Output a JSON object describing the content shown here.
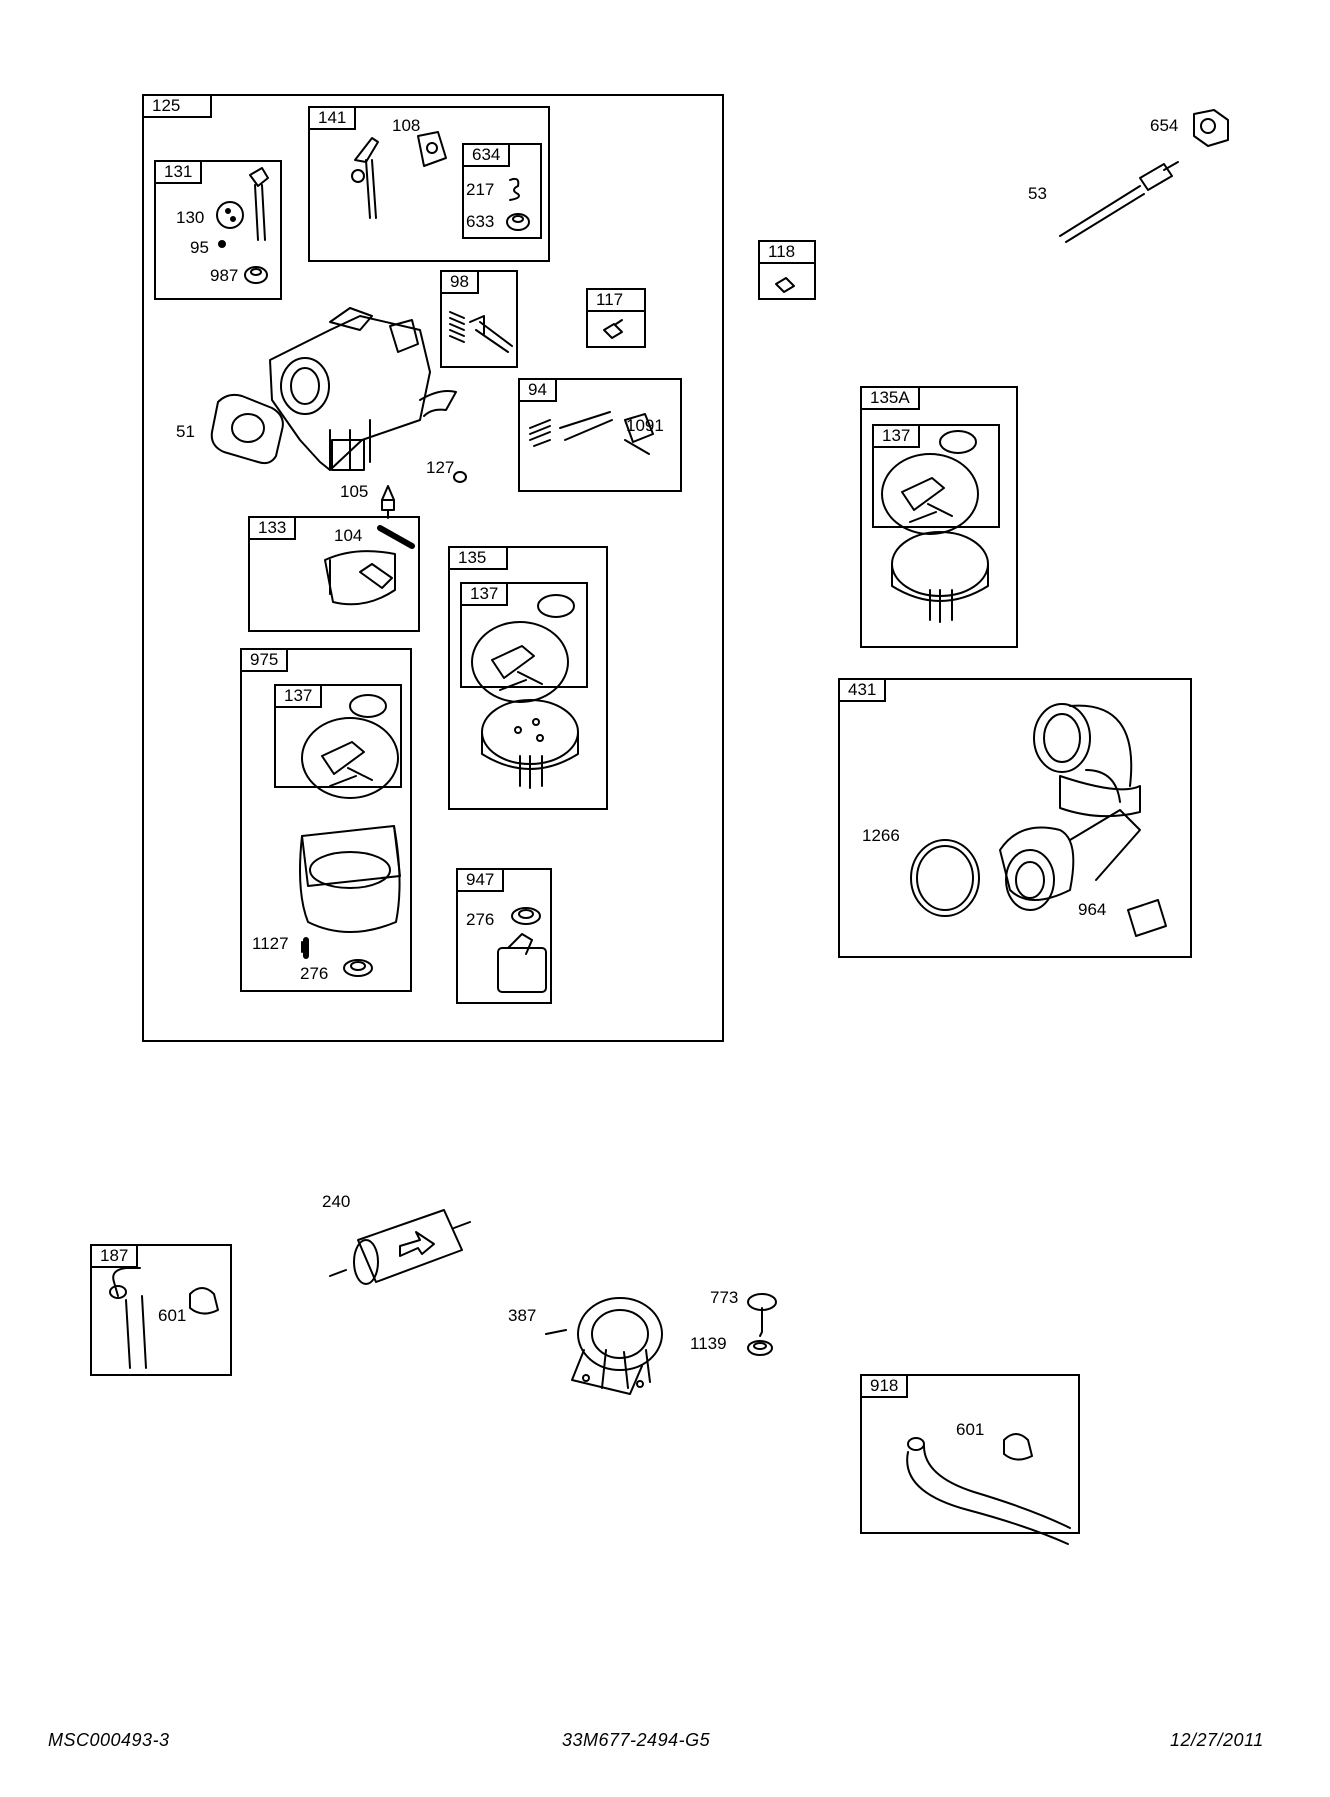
{
  "boxes": {
    "b125": "125",
    "b141": "141",
    "b131": "131",
    "b634": "634",
    "b98": "98",
    "b117": "117",
    "b94": "94",
    "b133": "133",
    "b135": "135",
    "b135_137": "137",
    "b975": "975",
    "b975_137": "137",
    "b947": "947",
    "b118": "118",
    "b135A": "135A",
    "b135A_137": "137",
    "b431": "431",
    "b187": "187",
    "b918": "918"
  },
  "labels": {
    "p108": "108",
    "p217": "217",
    "p633": "633",
    "p130": "130",
    "p95": "95",
    "p987": "987",
    "p51": "51",
    "p1091": "1091",
    "p127": "127",
    "p105": "105",
    "p104": "104",
    "p1127": "1127",
    "p276a": "276",
    "p276b": "276",
    "p654": "654",
    "p53": "53",
    "p1266": "1266",
    "p964": "964",
    "p240": "240",
    "p601a": "601",
    "p387": "387",
    "p773": "773",
    "p1139": "1139",
    "p601b": "601"
  },
  "footer": {
    "left": "MSC000493-3",
    "center": "33M677-2494-G5",
    "right": "12/27/2011"
  }
}
